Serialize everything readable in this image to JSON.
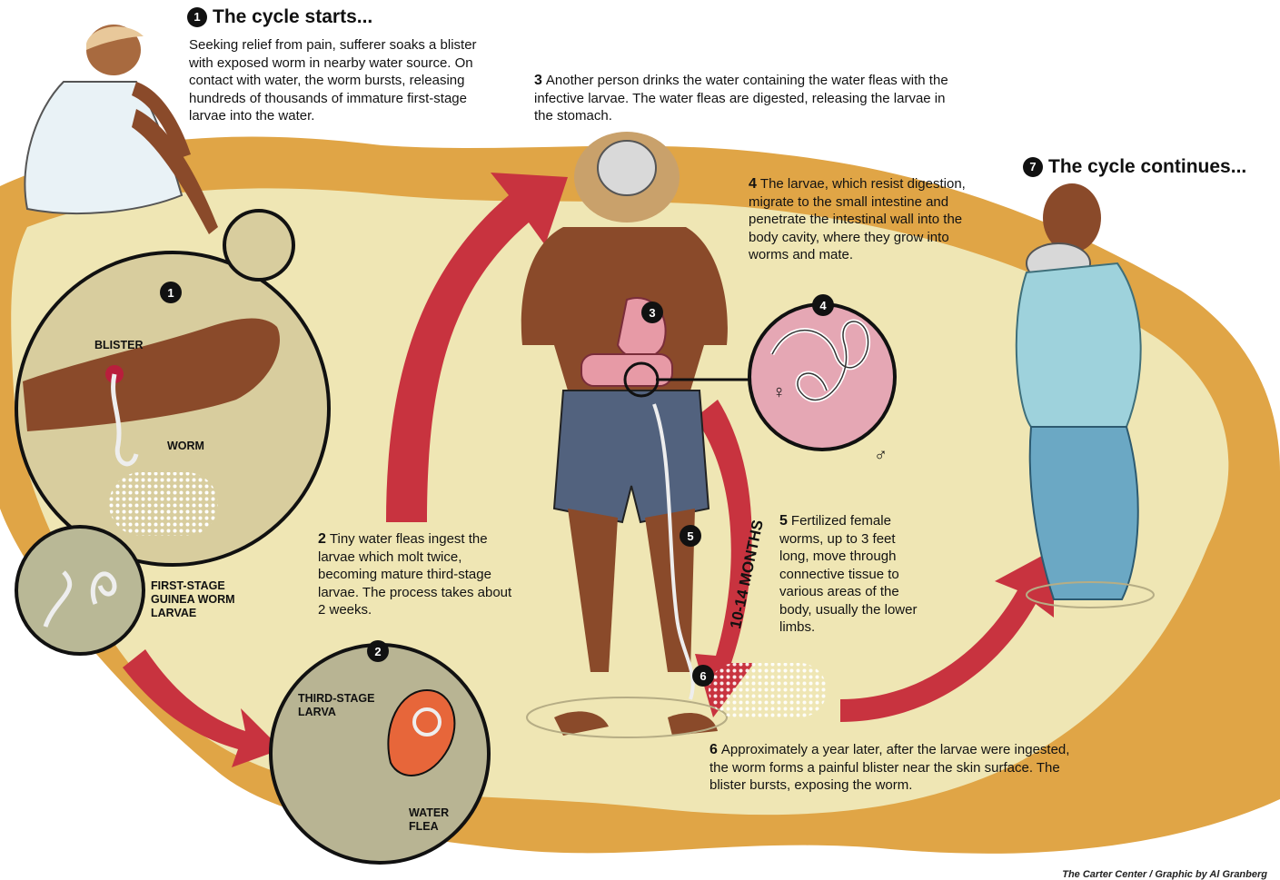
{
  "heading_start": {
    "badge": "1",
    "title": "The cycle starts..."
  },
  "heading_continue": {
    "badge": "7",
    "title": "The cycle continues..."
  },
  "step1_text": "Seeking relief from pain, sufferer soaks a blister with exposed worm in nearby water source. On contact with water, the worm bursts, releasing hundreds of thousands of immature first-stage larvae into the water.",
  "step2": {
    "num": "2",
    "text": "Tiny water fleas ingest the larvae which molt twice, becoming mature third-stage larvae. The process takes about 2 weeks."
  },
  "step3": {
    "num": "3",
    "text": "Another person drinks the water containing the water fleas with the infective larvae. The water fleas are digested, releasing the larvae in the stomach."
  },
  "step4": {
    "num": "4",
    "text": "The larvae, which resist digestion, migrate to the small intestine and penetrate the intestinal wall into the body cavity, where they grow into worms and mate."
  },
  "step5": {
    "num": "5",
    "text": "Fertilized female worms, up to 3 feet long, move through connective tissue to various areas of the body, usually the lower limbs."
  },
  "step6": {
    "num": "6",
    "text": "Approximately a year later, after the larvae were ingested, the worm forms a painful blister near the skin surface. The blister bursts, exposing the worm."
  },
  "labels": {
    "blister": "BLISTER",
    "worm": "WORM",
    "first_stage": "FIRST-STAGE GUINEA WORM LARVAE",
    "third_stage": "THIRD-STAGE LARVA",
    "water_flea": "WATER FLEA",
    "months": "10-14 MONTHS",
    "female": "♀",
    "male": "♂"
  },
  "badges": {
    "b1": "1",
    "b2": "2",
    "b3": "3",
    "b4": "4",
    "b5": "5",
    "b6": "6"
  },
  "credit": "The Carter Center / Graphic by Al Granberg",
  "colors": {
    "arrow": "#c8333f",
    "water": "#efe6b4",
    "shore": "#e0a546",
    "skin": "#8a4a2a",
    "shorts": "#52627e",
    "cloth": "#9ed2dc"
  }
}
